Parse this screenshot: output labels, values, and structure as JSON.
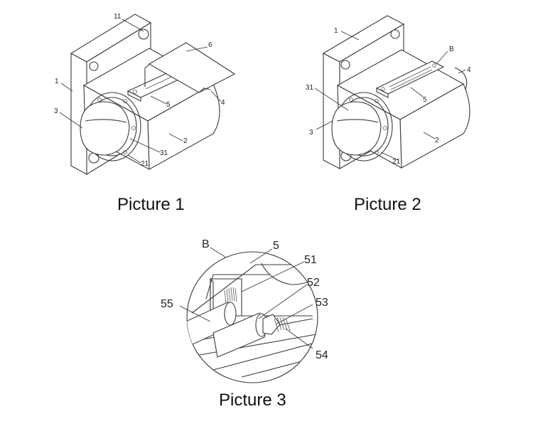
{
  "captions": {
    "picture1": "Picture 1",
    "picture2": "Picture 2",
    "picture3": "Picture 3"
  },
  "picture1_labels": {
    "l11": "11",
    "l6": "6",
    "l1": "1",
    "l3": "3",
    "l5": "5",
    "l4": "4",
    "l2": "2",
    "l31": "31",
    "l21": "21"
  },
  "picture2_labels": {
    "l1": "1",
    "lB": "B",
    "l4": "4",
    "l31": "31",
    "l5": "5",
    "l3": "3",
    "l2": "2",
    "l21": "21"
  },
  "picture3_labels": {
    "lB": "B",
    "l5": "5",
    "l51": "51",
    "l52": "52",
    "l53": "53",
    "l55": "55",
    "l54": "54"
  }
}
